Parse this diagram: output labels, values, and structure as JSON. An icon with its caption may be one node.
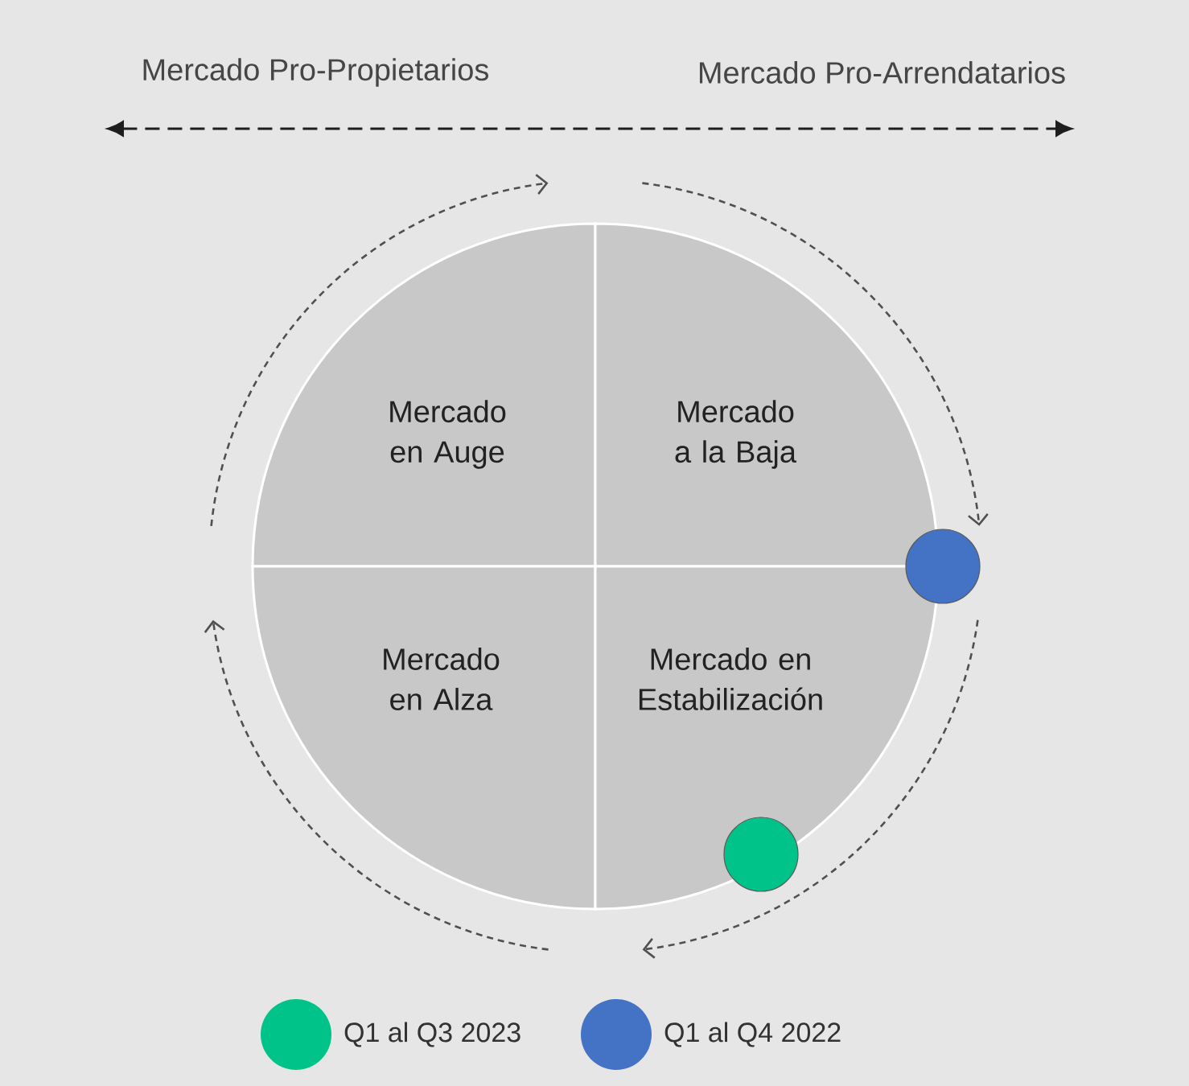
{
  "diagram": {
    "nodes": [
      {
        "text": [
          "Mercado en Auge"
        ]
      },
      {
        "text": [
          "Mercado a la Baja"
        ]
      },
      {
        "text": [
          "Mercado en Alza"
        ]
      },
      {
        "text": [
          "Mercado en Estabilización"
        ]
      }
    ],
    "labels": [
      "Mercado Pro-Propietarios",
      "Mercado Pro-Arrendatarios"
    ],
    "legend": [
      {
        "text": "Q1 al Q3 2023",
        "color": "#00c389"
      },
      {
        "text": "Q1 al Q4 2022",
        "color": "#4472c4"
      }
    ]
  }
}
